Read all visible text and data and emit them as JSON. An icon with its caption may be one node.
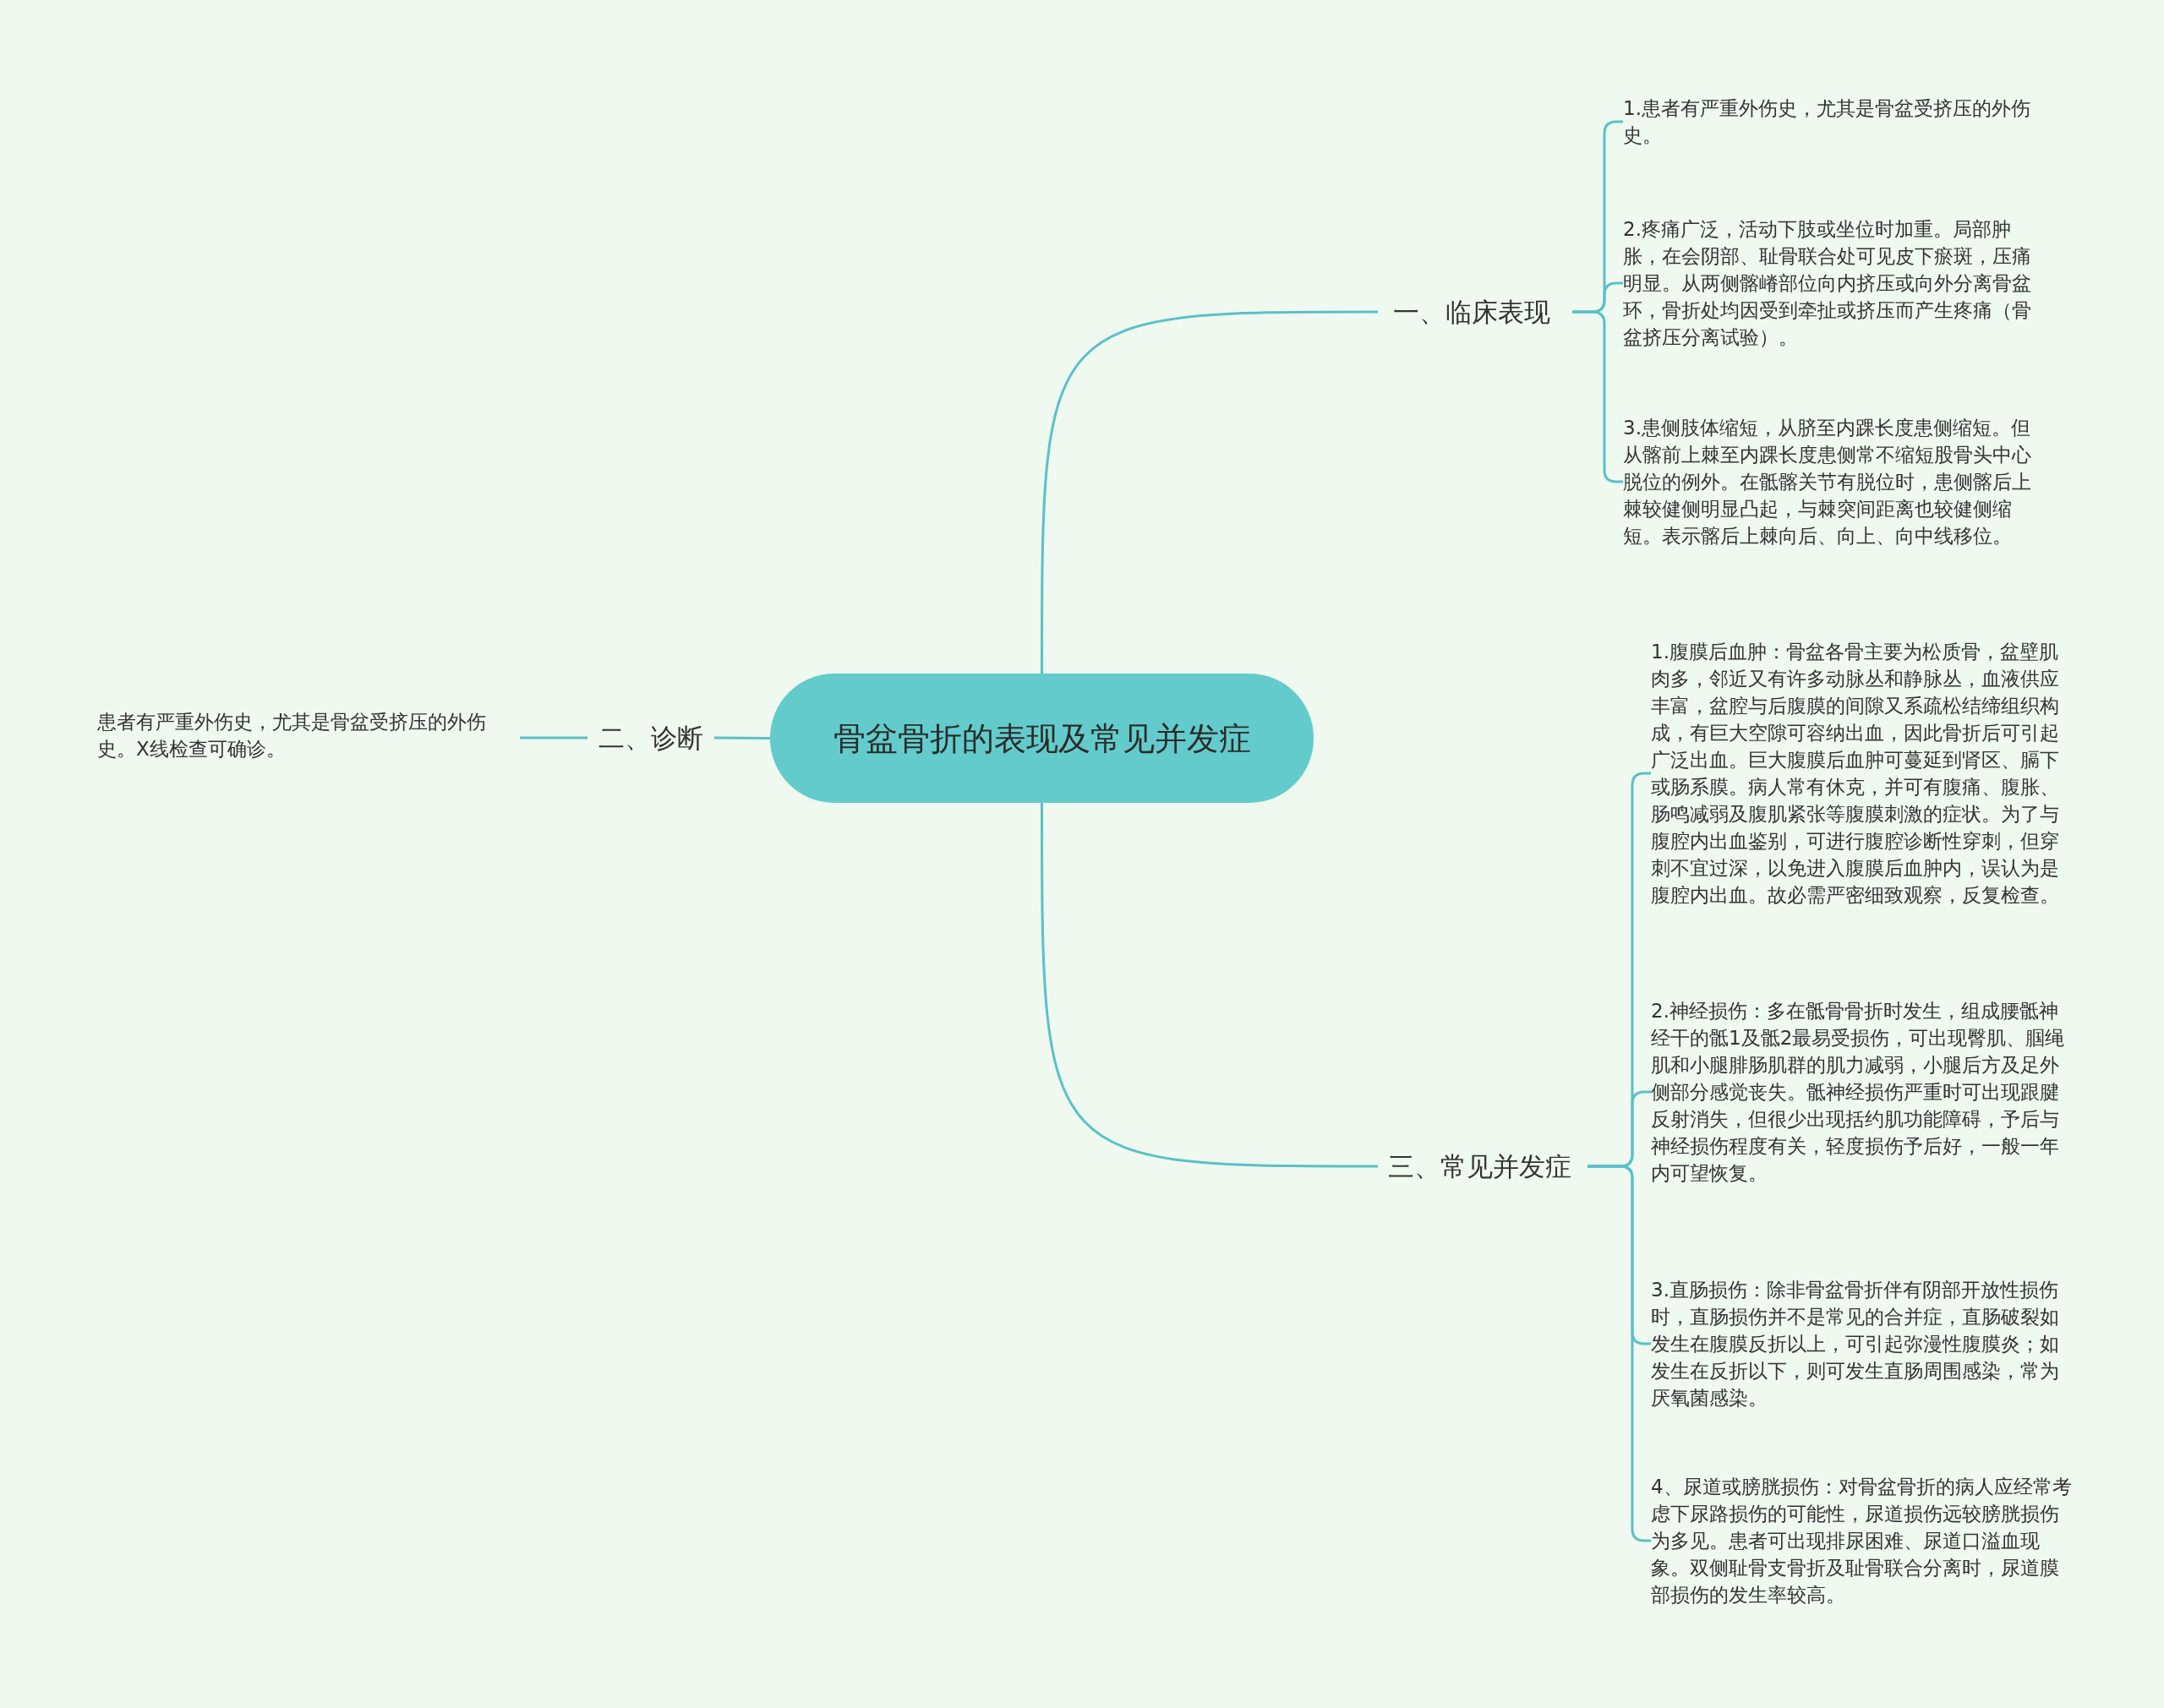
{
  "diagram": {
    "nodes": [
      {
        "text": [
          "骨盆骨折的表现及常见并发症"
        ]
      },
      {
        "text": [
          "一、临床表现"
        ]
      },
      {
        "text": [
          "1.患者有严重外伤史，尤其是骨盆受挤压的外伤史。"
        ]
      },
      {
        "text": [
          "2.疼痛广泛，活动下肢或坐位时加重。局部肿胀，在会阴部、耻骨联合处可见皮下瘀斑，压痛明显。从两侧髂嵴部位向内挤压或向外分离骨盆环，骨折处均因受到牵扯或挤压而产生疼痛（骨盆挤压分离试验）。"
        ]
      },
      {
        "text": [
          "3.患侧肢体缩短，从脐至内踝长度患侧缩短。但从髂前上棘至内踝长度患侧常不缩短股骨头中心脱位的例外。在骶髂关节有脱位时，患侧髂后上棘较健侧明显凸起，与棘突间距离也较健侧缩短。表示髂后上棘向后、向上、向中线移位。"
        ]
      },
      {
        "text": [
          "二、诊断"
        ]
      },
      {
        "text": [
          "患者有严重外伤史，尤其是骨盆受挤压的外伤史。X线检查可确诊。"
        ]
      },
      {
        "text": [
          "三、常见并发症"
        ]
      },
      {
        "text": [
          "1.腹膜后血肿：骨盆各骨主要为松质骨，盆壁肌肉多，邻近又有许多动脉丛和静脉丛，血液供应丰富，盆腔与后腹膜的间隙又系疏松结缔组织构成，有巨大空隙可容纳出血，因此骨折后可引起广泛出血。巨大腹膜后血肿可蔓延到肾区、膈下或肠系膜。病人常有休克，并可有腹痛、腹胀、肠鸣减弱及腹肌紧张等腹膜刺激的症状。为了与腹腔内出血鉴别，可进行腹腔诊断性穿刺，但穿刺不宜过深，以免进入腹膜后血肿内，误认为是腹腔内出血。故必需严密细致观察，反复检查。"
        ]
      },
      {
        "text": [
          "2.神经损伤：多在骶骨骨折时发生，组成腰骶神经干的骶1及骶2最易受损伤，可出现臀肌、腘绳肌和小腿腓肠肌群的肌力减弱，小腿后方及足外侧部分感觉丧失。骶神经损伤严重时可出现跟腱反射消失，但很少出现括约肌功能障碍，予后与神经损伤程度有关，轻度损伤予后好，一般一年内可望恢复。"
        ]
      },
      {
        "text": [
          "3.直肠损伤：除非骨盆骨折伴有阴部开放性损伤时，直肠损伤并不是常见的合并症，直肠破裂如发生在腹膜反折以上，可引起弥漫性腹膜炎；如发生在反折以下，则可发生直肠周围感染，常为厌氧菌感染。"
        ]
      },
      {
        "text": [
          "4、尿道或膀胱损伤：对骨盆骨折的病人应经常考虑下尿路损伤的可能性，尿道损伤远较膀胱损伤为多见。患者可出现排尿困难、尿道口溢血现象。双侧耻骨支骨折及耻骨联合分离时，尿道膜部损伤的发生率较高。"
        ]
      }
    ],
    "edges": [
      {
        "from": 0,
        "to": 1,
        "arrow": "none"
      },
      {
        "from": 1,
        "to": 2,
        "arrow": "none"
      },
      {
        "from": 1,
        "to": 3,
        "arrow": "none"
      },
      {
        "from": 1,
        "to": 4,
        "arrow": "none"
      },
      {
        "from": 0,
        "to": 5,
        "arrow": "none"
      },
      {
        "from": 5,
        "to": 6,
        "arrow": "none"
      },
      {
        "from": 0,
        "to": 7,
        "arrow": "none"
      },
      {
        "from": 7,
        "to": 8,
        "arrow": "none"
      },
      {
        "from": 7,
        "to": 9,
        "arrow": "none"
      },
      {
        "from": 7,
        "to": 10,
        "arrow": "none"
      },
      {
        "from": 7,
        "to": 11,
        "arrow": "none"
      }
    ]
  }
}
